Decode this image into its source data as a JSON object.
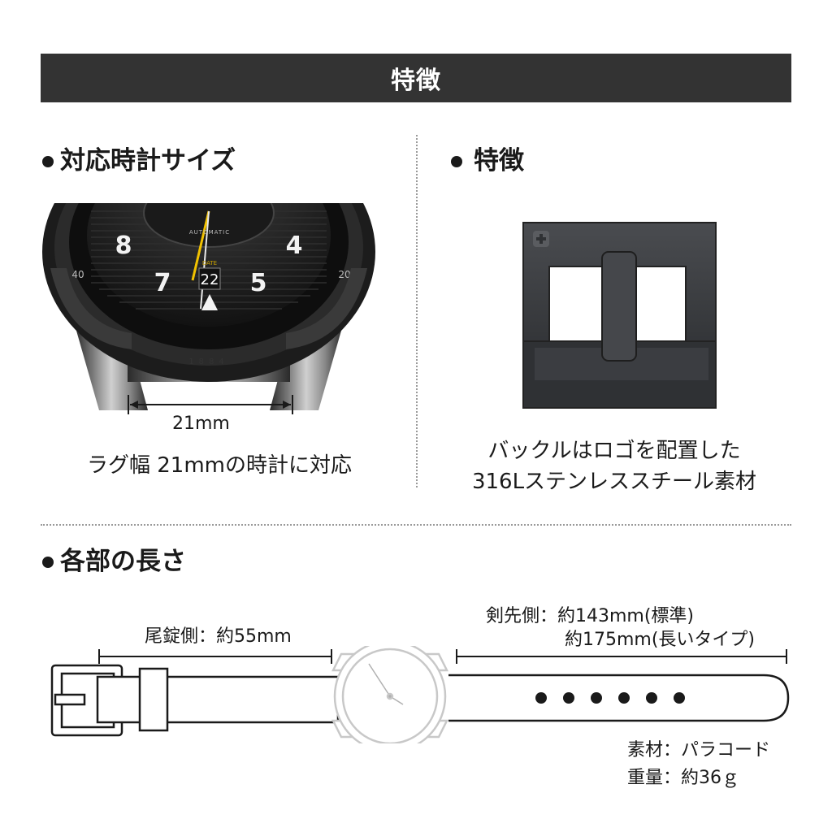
{
  "banner": {
    "title": "特徴"
  },
  "left_section": {
    "heading": "対応時計サイズ",
    "photo": {
      "dial_numbers": [
        "8",
        "4",
        "7",
        "5"
      ],
      "date": "22",
      "date_label": "DATE",
      "dial_text": "AUTOMATIC",
      "case_engraving": "1884",
      "bezel_numbers": [
        "40",
        "20"
      ]
    },
    "measure_label": "21mm",
    "caption": "ラグ幅 21mmの時計に対応"
  },
  "right_section": {
    "heading": "特徴",
    "caption_line1": "バックルはロゴを配置した",
    "caption_line2": "316Lステンレススチール素材"
  },
  "bottom_section": {
    "heading": "各部の長さ",
    "tail_label": "尾錠側：約55mm",
    "tip_label_line1": "剣先側：約143mm(標準)",
    "tip_label_line2": "約175mm(長いタイプ)",
    "material": "素材：パラコード",
    "weight": "重量：約36ｇ",
    "strap_holes": 6
  },
  "colors": {
    "banner_bg": "#333333",
    "text": "#1a1a1a",
    "divider": "#9a9a9a",
    "buckle": "#3a3c40",
    "watch_outline": "#c8c8c8"
  }
}
